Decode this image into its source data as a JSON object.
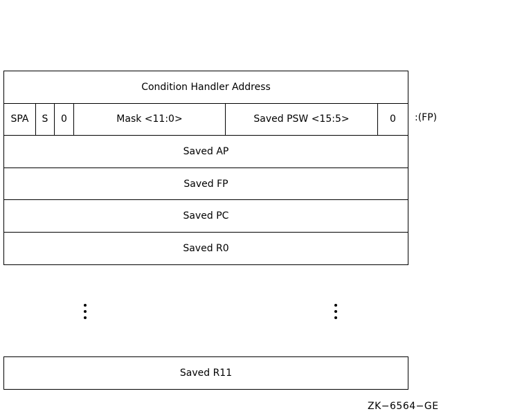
{
  "stack_frame": {
    "rows": {
      "condition_handler": "Condition Handler Address",
      "saved_ap": "Saved AP",
      "saved_fp": "Saved FP",
      "saved_pc": "Saved PC",
      "saved_r0": "Saved R0",
      "saved_r11": "Saved R11"
    },
    "fields": {
      "spa": "SPA",
      "s": "S",
      "zero_left": "0",
      "mask": "Mask <11:0>",
      "saved_psw": "Saved PSW <15:5>",
      "zero_right": "0"
    },
    "pointer_label": ":(FP)"
  },
  "figure_id": "ZK−6564−GE"
}
